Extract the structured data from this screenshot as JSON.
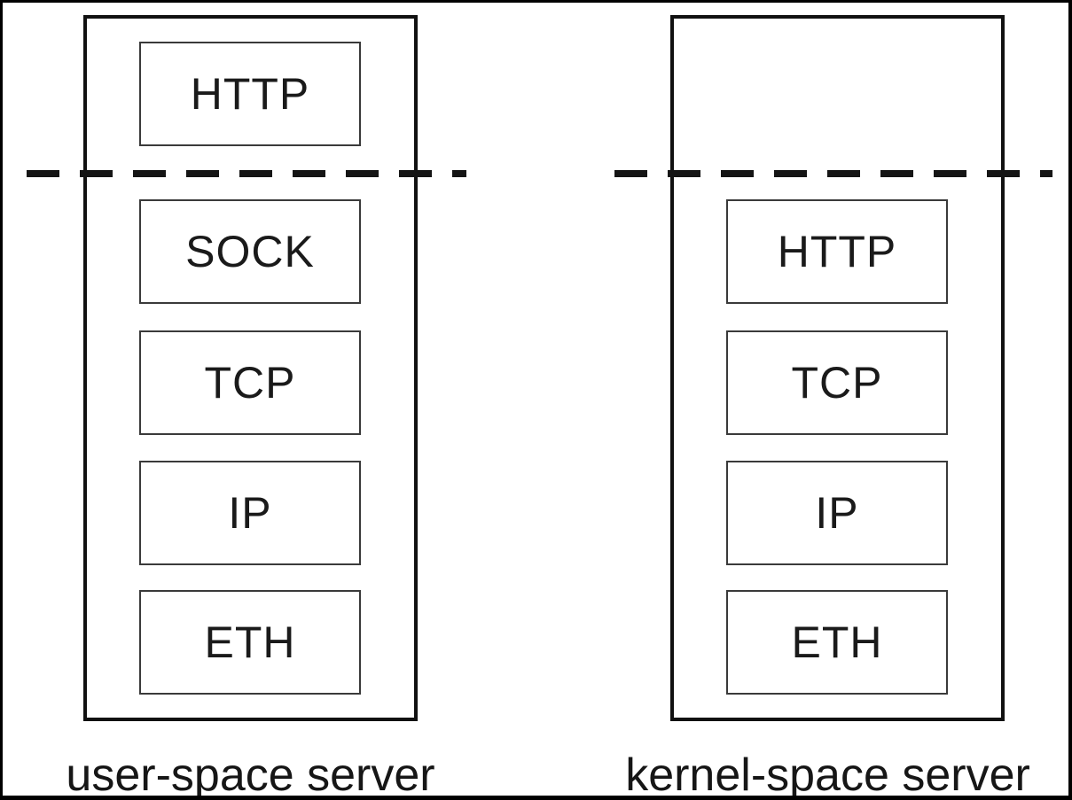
{
  "page": {
    "background_color": "#ffffff",
    "frame_color": "#000000",
    "line_color": "#1a1a1a"
  },
  "divider": {
    "style": "dashed",
    "color": "#151515"
  },
  "left_server": {
    "caption": "user-space server",
    "layers": [
      "HTTP",
      "SOCK",
      "TCP",
      "IP",
      "ETH"
    ]
  },
  "right_server": {
    "caption": "kernel-space server",
    "layers": [
      "HTTP",
      "TCP",
      "IP",
      "ETH"
    ]
  }
}
